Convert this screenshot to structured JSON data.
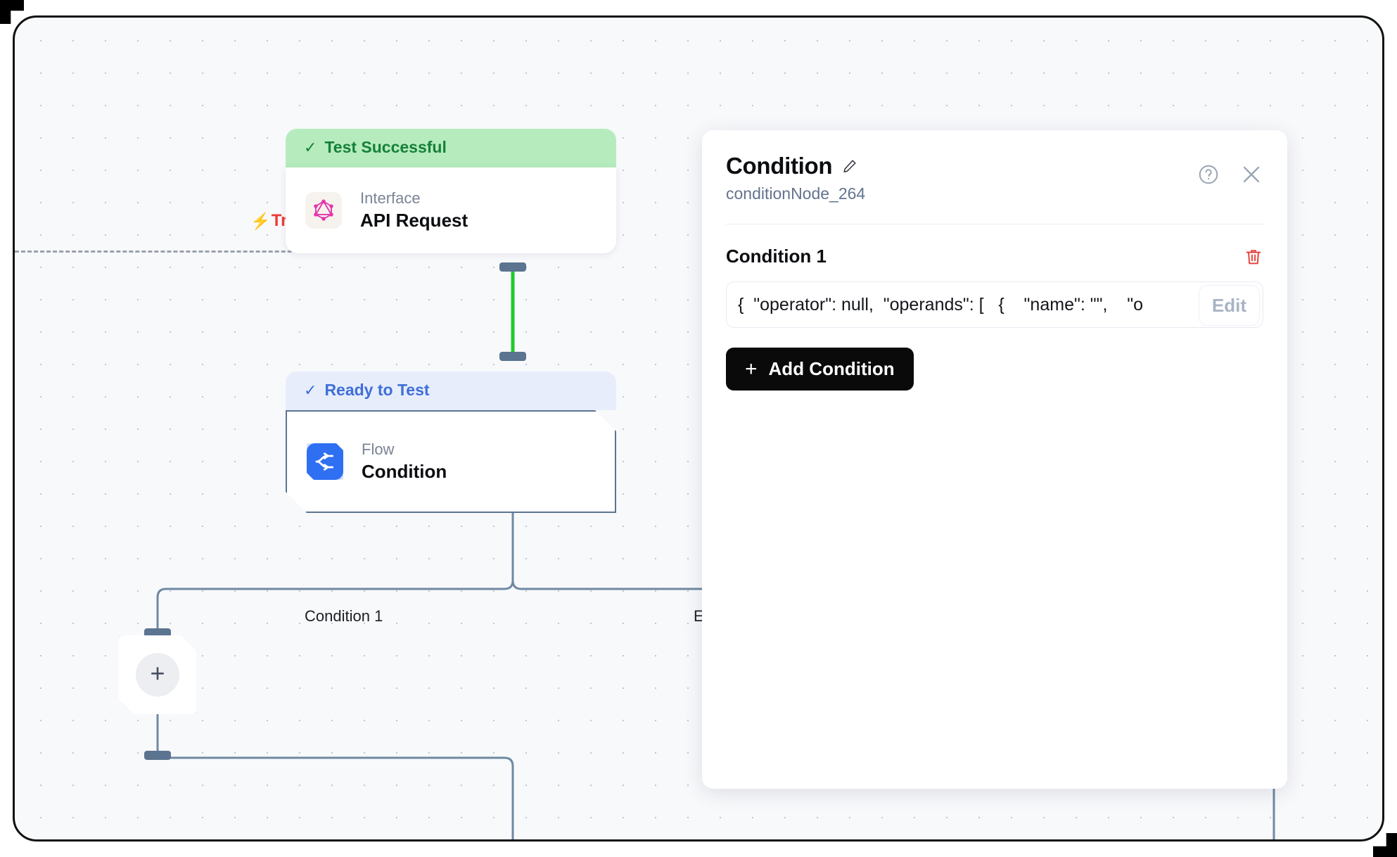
{
  "canvas": {
    "background_color": "#f8f9fb",
    "dot_grid": true,
    "trigger": {
      "label": "Trigger",
      "icon": "lightning-bolt-icon",
      "color": "#ef3b36"
    },
    "edge_labels": {
      "left_branch": "Condition 1",
      "right_branch": "E"
    },
    "edge_colors": {
      "active": "#1ecb2b",
      "default": "#6f89a3",
      "handle": "#5b748f"
    }
  },
  "nodes": [
    {
      "status": "Test Successful",
      "status_icon": "check-icon",
      "status_color": "#16803a",
      "status_bg": "#b6ecbd",
      "kicker": "Interface",
      "title": "API Request",
      "icon": "graphql-icon"
    },
    {
      "status": "Ready to Test",
      "status_icon": "check-icon",
      "status_color": "#3f6fd8",
      "status_bg": "#e7edfb",
      "kicker": "Flow",
      "title": "Condition",
      "icon": "branch-arrow-icon"
    }
  ],
  "add_node": {
    "icon": "plus-icon",
    "label": "+"
  },
  "panel": {
    "title": "Condition",
    "edit_title_icon": "pencil-icon",
    "subtitle": "conditionNode_264",
    "help_icon": "question-circle-icon",
    "close_icon": "close-icon",
    "condition": {
      "label": "Condition 1",
      "delete_icon": "trash-icon",
      "delete_color": "#e4453f",
      "value": "{  \"operator\": null,  \"operands\": [   {    \"name\": \"\",    \"o",
      "edit_label": "Edit"
    },
    "add_condition": {
      "label": "Add Condition",
      "icon": "plus-icon"
    }
  }
}
